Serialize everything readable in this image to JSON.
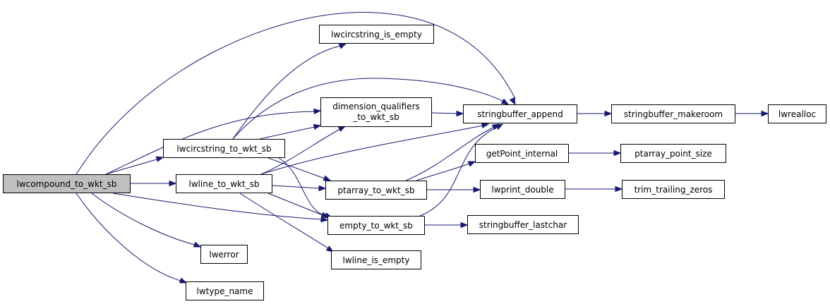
{
  "nodes": {
    "lwcompound_to_wkt_sb": "lwcompound_to_wkt_sb",
    "lwcircstring_to_wkt_sb": "lwcircstring_to_wkt_sb",
    "lwline_to_wkt_sb": "lwline_to_wkt_sb",
    "lwcircstring_is_empty": "lwcircstring_is_empty",
    "dimension_qualifiers_to_wkt_sb": [
      "dimension_qualifiers",
      "_to_wkt_sb"
    ],
    "ptarray_to_wkt_sb": "ptarray_to_wkt_sb",
    "empty_to_wkt_sb": "empty_to_wkt_sb",
    "lwline_is_empty": "lwline_is_empty",
    "lwerror": "lwerror",
    "lwtype_name": "lwtype_name",
    "stringbuffer_append": "stringbuffer_append",
    "getPoint_internal": "getPoint_internal",
    "lwprint_double": "lwprint_double",
    "stringbuffer_lastchar": "stringbuffer_lastchar",
    "stringbuffer_makeroom": "stringbuffer_makeroom",
    "ptarray_point_size": "ptarray_point_size",
    "trim_trailing_zeros": "trim_trailing_zeros",
    "lwrealloc": "lwrealloc"
  },
  "edges": [
    [
      "lwcompound_to_wkt_sb",
      "stringbuffer_append"
    ],
    [
      "lwcompound_to_wkt_sb",
      "dimension_qualifiers_to_wkt_sb"
    ],
    [
      "lwcompound_to_wkt_sb",
      "lwcircstring_to_wkt_sb"
    ],
    [
      "lwcompound_to_wkt_sb",
      "lwline_to_wkt_sb"
    ],
    [
      "lwcompound_to_wkt_sb",
      "empty_to_wkt_sb"
    ],
    [
      "lwcompound_to_wkt_sb",
      "lwerror"
    ],
    [
      "lwcompound_to_wkt_sb",
      "lwtype_name"
    ],
    [
      "lwcircstring_to_wkt_sb",
      "lwcircstring_is_empty"
    ],
    [
      "lwcircstring_to_wkt_sb",
      "stringbuffer_append"
    ],
    [
      "lwcircstring_to_wkt_sb",
      "dimension_qualifiers_to_wkt_sb"
    ],
    [
      "lwcircstring_to_wkt_sb",
      "ptarray_to_wkt_sb"
    ],
    [
      "lwcircstring_to_wkt_sb",
      "empty_to_wkt_sb"
    ],
    [
      "lwline_to_wkt_sb",
      "dimension_qualifiers_to_wkt_sb"
    ],
    [
      "lwline_to_wkt_sb",
      "stringbuffer_append"
    ],
    [
      "lwline_to_wkt_sb",
      "ptarray_to_wkt_sb"
    ],
    [
      "lwline_to_wkt_sb",
      "empty_to_wkt_sb"
    ],
    [
      "lwline_to_wkt_sb",
      "lwline_is_empty"
    ],
    [
      "dimension_qualifiers_to_wkt_sb",
      "stringbuffer_append"
    ],
    [
      "ptarray_to_wkt_sb",
      "stringbuffer_append"
    ],
    [
      "ptarray_to_wkt_sb",
      "getPoint_internal"
    ],
    [
      "ptarray_to_wkt_sb",
      "lwprint_double"
    ],
    [
      "empty_to_wkt_sb",
      "stringbuffer_append"
    ],
    [
      "empty_to_wkt_sb",
      "stringbuffer_lastchar"
    ],
    [
      "stringbuffer_append",
      "stringbuffer_makeroom"
    ],
    [
      "stringbuffer_makeroom",
      "lwrealloc"
    ],
    [
      "getPoint_internal",
      "ptarray_point_size"
    ],
    [
      "lwprint_double",
      "trim_trailing_zeros"
    ]
  ],
  "colors": {
    "edge": "#191970",
    "root_fill": "#bfbfbf",
    "node_fill": "#ffffff",
    "node_stroke": "#000000"
  }
}
